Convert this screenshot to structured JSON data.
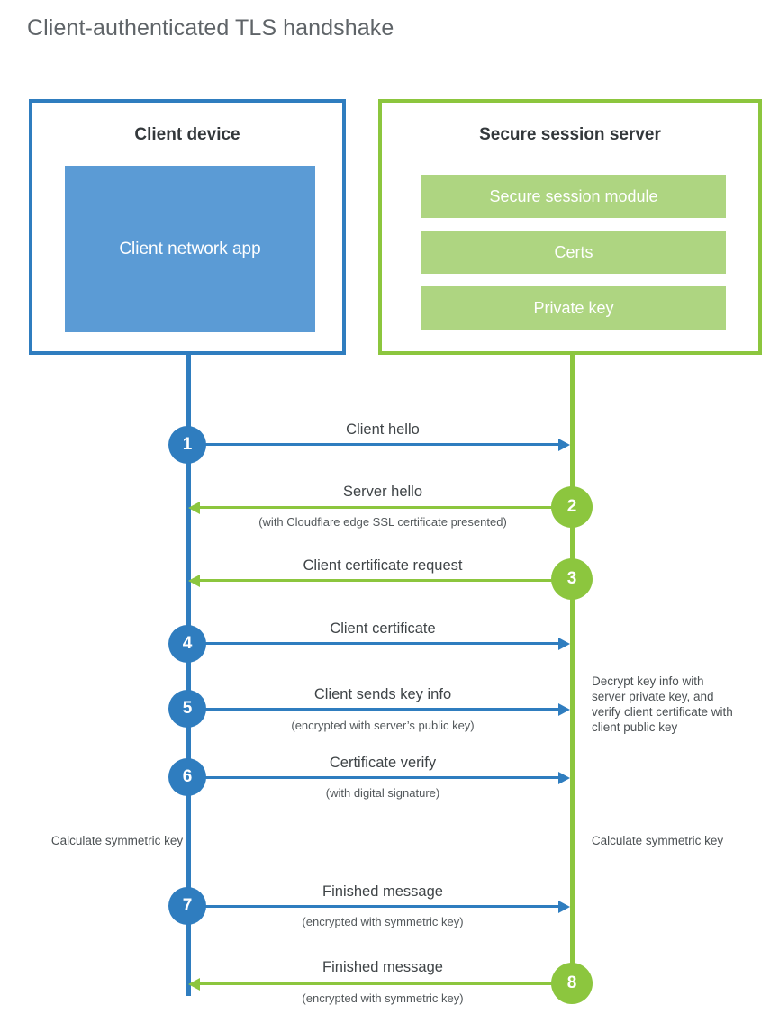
{
  "title": "Client-authenticated TLS handshake",
  "colors": {
    "client_blue": "#2f7dbf",
    "client_app_blue": "#5b9bd5",
    "server_green": "#8cc63e",
    "server_bar_green": "#aed581",
    "text": "#3f4447",
    "title_text": "#5f6468",
    "background": "#ffffff"
  },
  "actors": {
    "client": {
      "title": "Client device",
      "app_label": "Client network app"
    },
    "server": {
      "title": "Secure session server",
      "components": [
        "Secure session module",
        "Certs",
        "Private key"
      ]
    }
  },
  "messages": [
    {
      "step": "1",
      "label": "Client hello",
      "sub": "",
      "direction": "client-to-server",
      "origin": "client"
    },
    {
      "step": "2",
      "label": "Server hello",
      "sub": "(with Cloudflare edge SSL certificate presented)",
      "direction": "server-to-client",
      "origin": "server"
    },
    {
      "step": "3",
      "label": "Client certificate request",
      "sub": "",
      "direction": "server-to-client",
      "origin": "server"
    },
    {
      "step": "4",
      "label": "Client certificate",
      "sub": "",
      "direction": "client-to-server",
      "origin": "client"
    },
    {
      "step": "5",
      "label": "Client sends key info",
      "sub": "(encrypted with server’s public key)",
      "direction": "client-to-server",
      "origin": "client"
    },
    {
      "step": "6",
      "label": "Certificate verify",
      "sub": "(with digital signature)",
      "direction": "client-to-server",
      "origin": "client"
    },
    {
      "step": "7",
      "label": "Finished message",
      "sub": "(encrypted with symmetric key)",
      "direction": "client-to-server",
      "origin": "client"
    },
    {
      "step": "8",
      "label": "Finished message",
      "sub": "(encrypted with symmetric key)",
      "direction": "server-to-client",
      "origin": "server"
    }
  ],
  "notes": {
    "server_decrypt": "Decrypt key info with server private key, and verify client certificate with client public key",
    "client_calculate": "Calculate symmetric key",
    "server_calculate": "Calculate symmetric key"
  }
}
